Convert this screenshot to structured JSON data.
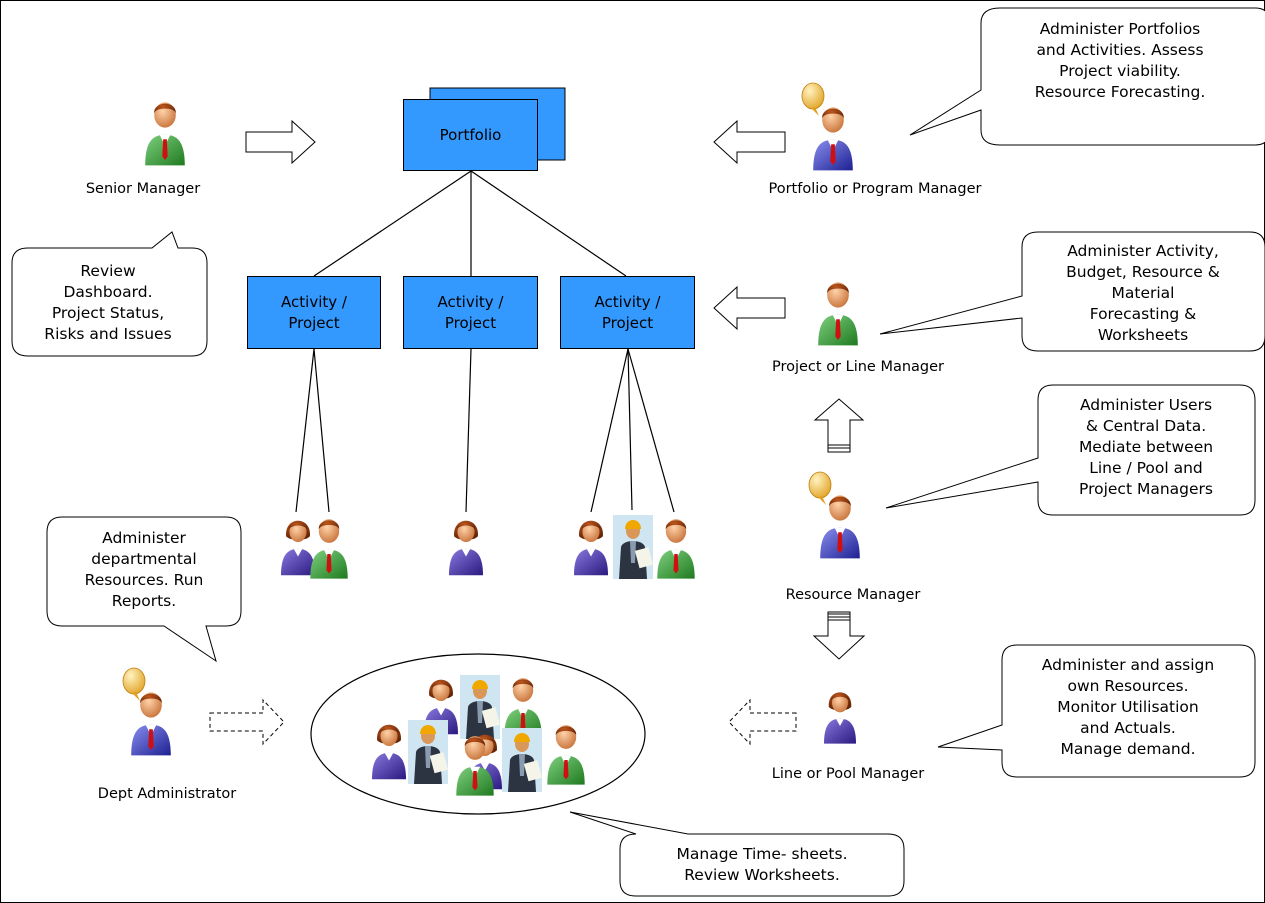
{
  "nodes": {
    "portfolio": "Portfolio",
    "activities": [
      "Activity / Project",
      "Activity / Project",
      "Activity / Project"
    ]
  },
  "roles": {
    "senior_manager": "Senior Manager",
    "portfolio_manager": "Portfolio or Program Manager",
    "project_manager": "Project or Line Manager",
    "resource_manager": "Resource Manager",
    "dept_administrator": "Dept Administrator",
    "line_pool_manager": "Line or Pool Manager"
  },
  "callouts": {
    "portfolio_manager": [
      "Administer Portfolios",
      "and Activities. Assess",
      "Project viability.",
      "Resource Forecasting."
    ],
    "senior_manager": [
      "Review",
      "Dashboard.",
      "Project Status,",
      "Risks and Issues"
    ],
    "project_manager": [
      "Administer Activity,",
      "Budget, Resource &",
      "Material",
      "Forecasting &",
      "Worksheets"
    ],
    "resource_manager": [
      "Administer Users",
      "& Central Data.",
      "Mediate between",
      "Line / Pool and",
      "Project Managers"
    ],
    "dept_administrator": [
      "Administer",
      "departmental",
      "Resources. Run",
      "Reports."
    ],
    "line_pool_manager": [
      "Administer and assign",
      "own Resources.",
      "Monitor Utilisation",
      "and Actuals.",
      "Manage demand."
    ],
    "team": [
      "Manage Time- sheets.",
      "Review Worksheets."
    ]
  },
  "colors": {
    "box_fill": "#3399ff",
    "green_suit": "#3a9a3a",
    "blue_suit": "#3b3fc4",
    "purple_suit": "#4b3fb0",
    "skin": "#e8a070",
    "hair": "#8a3a10",
    "tie": "#d01010",
    "speech_bubble": "#f5c85a"
  },
  "icons": {
    "person_green": "person-green-icon",
    "person_blue_speaking": "person-blue-speaking-icon",
    "person_woman": "person-woman-icon",
    "worker_photo": "worker-photo-icon"
  }
}
